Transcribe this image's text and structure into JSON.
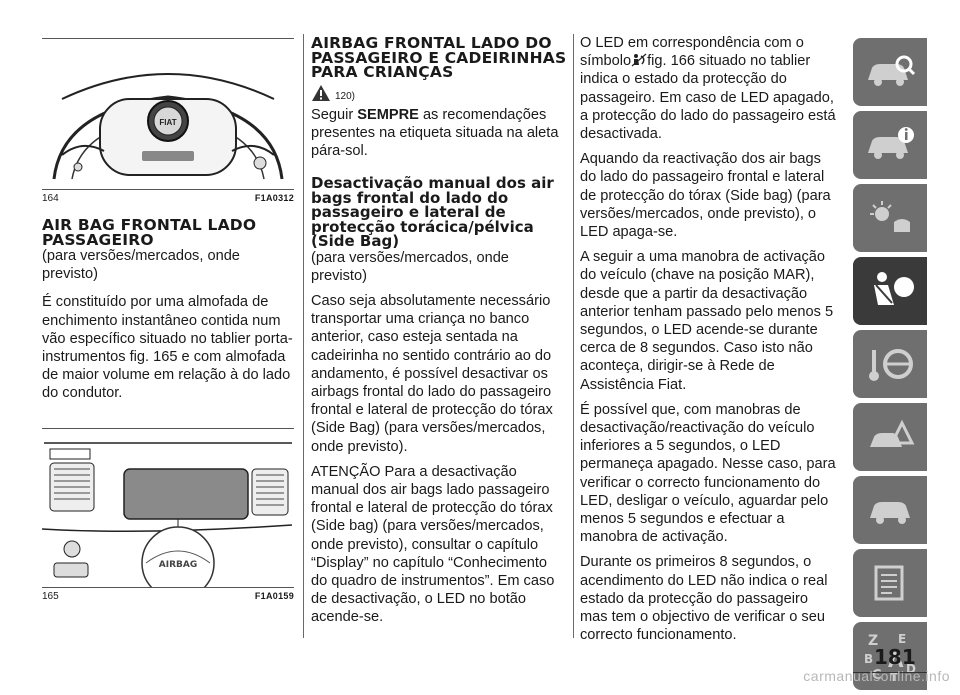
{
  "figure_164": {
    "number": "164",
    "code": "F1A0312",
    "logo_text": "FIAT"
  },
  "figure_165": {
    "number": "165",
    "code": "F1A0159",
    "badge_text": "AIRBAG"
  },
  "col1": {
    "heading": "AIR BAG FRONTAL LADO PASSAGEIRO",
    "subtitle": "(para versões/mercados, onde previsto)",
    "p1": "É constituído por uma almofada de enchimento instantâneo contida num vão específico situado no tablier porta-instrumentos fig. 165 e com almofada de maior volume em relação à do lado do condutor."
  },
  "col2": {
    "heading": "AIRBAG FRONTAL LADO DO PASSAGEIRO E CADEIRINHAS PARA CRIANÇAS",
    "warning_ref": "120)",
    "p1_prefix": "Seguir ",
    "p1_bold": "SEMPRE",
    "p1_suffix": " as recomendações presentes na etiqueta situada na aleta pára-sol.",
    "subheading": "Desactivação manual dos air bags frontal do lado do passageiro e lateral de protecção torácica/pélvica (Side Bag)",
    "subtitle": "(para versões/mercados, onde previsto)",
    "p2": "Caso seja absolutamente necessário transportar uma criança no banco anterior, caso esteja sentada na cadeirinha no sentido contrário ao do andamento, é possível desactivar os airbags frontal do lado do passageiro frontal e lateral de protecção do tórax (Side Bag) (para versões/mercados, onde previsto).",
    "p3": "ATENÇÃO Para a desactivação manual dos air bags lado passageiro frontal e lateral de protecção do tórax (Side bag) (para versões/mercados, onde previsto), consultar o capítulo “Display” no capítulo “Conhecimento do quadro de instrumentos”. Em caso de desactivação, o LED no botão acende-se."
  },
  "col3": {
    "p1_a": "O LED em correspondência com o símbolo",
    "p1_b": "fig. 166 situado no tablier indica o estado da protecção do passageiro. Em caso de LED apagado, a protecção do lado do passageiro está desactivada.",
    "p2": "Aquando da reactivação dos air bags do lado do passageiro frontal e lateral de protecção do tórax (Side bag) (para versões/mercados, onde previsto), o LED apaga-se.",
    "p3": "A seguir a uma manobra de activação do veículo (chave na posição MAR), desde que a partir da desactivação anterior tenham passado pelo menos 5 segundos, o LED acende-se durante cerca de 8 segundos. Caso isto não aconteça, dirigir-se à Rede de Assistência Fiat.",
    "p4": "É possível que, com manobras de desactivação/reactivação do veículo inferiores a 5 segundos, o LED permaneça apagado. Nesse caso, para verificar o correcto funcionamento do LED, desligar o veículo, aguardar pelo menos 5 segundos e efectuar a manobra de activação.",
    "p5": "Durante os primeiros 8 segundos, o acendimento do LED não indica o real estado da protecção do passageiro mas tem o objectivo de verificar o seu correcto funcionamento."
  },
  "side_tabs": [
    {
      "icon": "car-search-icon"
    },
    {
      "icon": "car-info-icon"
    },
    {
      "icon": "lights-icon"
    },
    {
      "icon": "seat-airbag-icon",
      "active": true
    },
    {
      "icon": "key-steering-icon"
    },
    {
      "icon": "roadside-warning-icon"
    },
    {
      "icon": "car-wrench-icon"
    },
    {
      "icon": "specs-list-icon"
    },
    {
      "icon": "alphabet-index-icon",
      "letters": [
        "Z",
        "E",
        "B",
        "A",
        "C",
        "T",
        "D"
      ]
    }
  ],
  "page_number": "181",
  "watermark": "carmanualsonline.info"
}
